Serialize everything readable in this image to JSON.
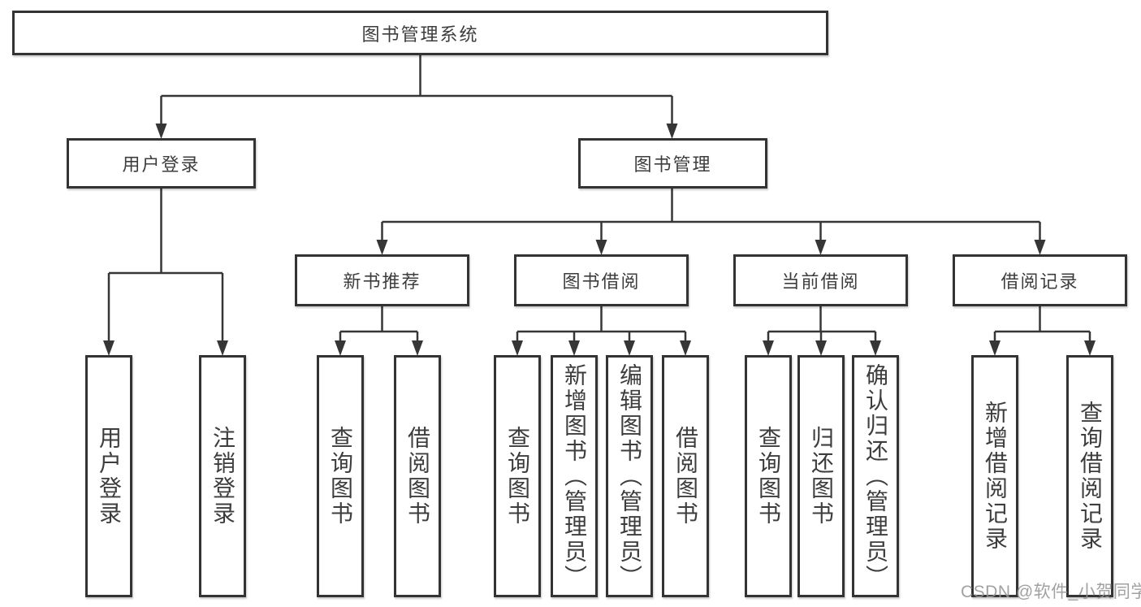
{
  "diagram": {
    "root": {
      "label": "图书管理系统"
    },
    "branches": [
      {
        "label": "用户登录",
        "children": [
          {
            "label": "用户登录"
          },
          {
            "label": "注销登录"
          }
        ]
      },
      {
        "label": "图书管理",
        "children": [
          {
            "label": "新书推荐",
            "children": [
              {
                "label": "查询图书"
              },
              {
                "label": "借阅图书"
              }
            ]
          },
          {
            "label": "图书借阅",
            "children": [
              {
                "label": "查询图书"
              },
              {
                "label": "新增图书（管理员）"
              },
              {
                "label": "编辑图书（管理员）"
              },
              {
                "label": "借阅图书"
              }
            ]
          },
          {
            "label": "当前借阅",
            "children": [
              {
                "label": "查询图书"
              },
              {
                "label": "归还图书"
              },
              {
                "label": "确认归还（管理员）"
              }
            ]
          },
          {
            "label": "借阅记录",
            "children": [
              {
                "label": "新增借阅记录"
              },
              {
                "label": "查询借阅记录"
              }
            ]
          }
        ]
      }
    ]
  },
  "watermark": {
    "text": "CSDN @软件_小贺同学"
  },
  "colors": {
    "line": "#363636",
    "box_border": "#333333",
    "text": "#3d3d3d",
    "watermark": "#949494",
    "background": "#ffffff"
  }
}
